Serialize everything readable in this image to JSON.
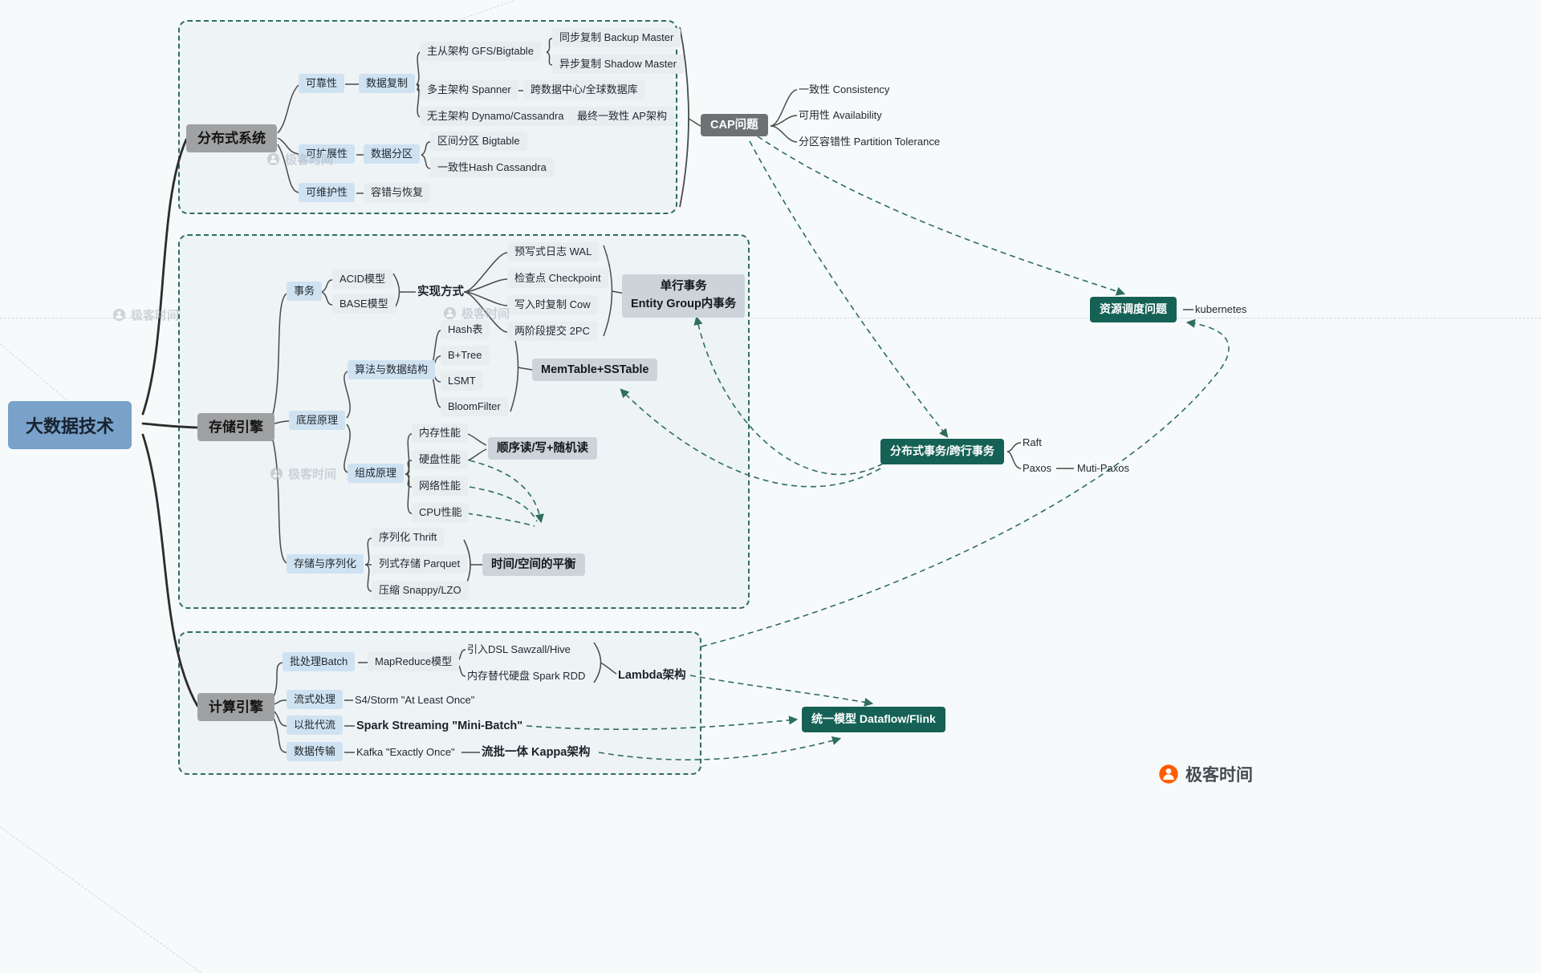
{
  "colors": {
    "bg": "#f7fafb",
    "group_bg": "#eef3f6",
    "accent": "#2e6e5c",
    "line": "#4a4a4a",
    "root_node": "#79a1c9",
    "branch_node": "#9fa1a3",
    "blue_node": "#cfe2f1",
    "gray_node": "#e8edf0",
    "hl_node": "#ccd4da",
    "dark_node": "#6d7174",
    "teal_node": "#156155",
    "brand_orange": "#ff5c00"
  },
  "watermark": "极客时间",
  "brand": "极客时间",
  "nodes": {
    "root": "大数据技术",
    "b1": "分布式系统",
    "reliability": "可靠性",
    "replication": "数据复制",
    "master_slave": "主从架构 GFS/Bigtable",
    "sync_backup": "同步复制 Backup Master",
    "async_shadow": "异步复制 Shadow Master",
    "multi_master": "多主架构 Spanner",
    "cross_dc": "跨数据中心/全球数据库",
    "masterless": "无主架构 Dynamo/Cassandra",
    "eventual_ap": "最终一致性 AP架构",
    "scalability": "可扩展性",
    "partition": "数据分区",
    "range_partition": "区间分区 Bigtable",
    "hash_partition": "一致性Hash Cassandra",
    "maintainability": "可维护性",
    "fault_recovery": "容错与恢复",
    "cap": "CAP问题",
    "consistency": "一致性 Consistency",
    "availability": "可用性 Availability",
    "partition_tolerance": "分区容错性 Partition Tolerance",
    "b2": "存储引擎",
    "transaction": "事务",
    "acid": "ACID模型",
    "base": "BASE模型",
    "impl": "实现方式",
    "wal": "预写式日志 WAL",
    "checkpoint": "检查点 Checkpoint",
    "cow": "写入时复制 Cow",
    "two_pc": "两阶段提交 2PC",
    "single_row_1": "单行事务",
    "single_row_2": "Entity Group内事务",
    "underlying": "底层原理",
    "algo": "算法与数据结构",
    "hash_table": "Hash表",
    "bptree": "B+Tree",
    "lsmt": "LSMT",
    "bloom": "BloomFilter",
    "memtable": "MemTable+SSTable",
    "composition": "组成原理",
    "mem_perf": "内存性能",
    "disk_perf": "硬盘性能",
    "net_perf": "网络性能",
    "cpu_perf": "CPU性能",
    "seq_rw": "顺序读/写+随机读",
    "storage_ser": "存储与序列化",
    "thrift": "序列化 Thrift",
    "parquet": "列式存储 Parquet",
    "snappy": "压缩 Snappy/LZO",
    "time_space": "时间/空间的平衡",
    "b3": "计算引擎",
    "batch": "批处理Batch",
    "mapreduce": "MapReduce模型",
    "dsl": "引入DSL Sawzall/Hive",
    "spark_rdd": "内存替代硬盘 Spark RDD",
    "lambda": "Lambda架构",
    "streaming": "流式处理",
    "storm": "S4/Storm \"At Least Once\"",
    "micro_batch": "以批代流",
    "spark_streaming": "Spark Streaming \"Mini-Batch\"",
    "data_transfer": "数据传输",
    "kafka": "Kafka \"Exactly Once\"",
    "kappa": "流批一体 Kappa架构",
    "resource_sched": "资源调度问题",
    "kubernetes": "kubernetes",
    "dist_tx": "分布式事务/跨行事务",
    "raft": "Raft",
    "paxos": "Paxos",
    "multi_paxos": "Muti-Paxos",
    "unified": "统一模型 Dataflow/Flink"
  }
}
